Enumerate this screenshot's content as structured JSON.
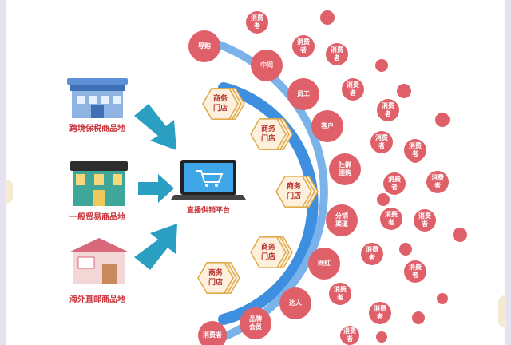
{
  "stores": [
    {
      "label": "跨境保税商品地",
      "color": "#8fb3e3",
      "roof": "#3f6fb5"
    },
    {
      "label": "一般贸易商品地",
      "color": "#f0c95c",
      "roof": "#2d2d2d"
    },
    {
      "label": "海外直邮商品地",
      "color": "#f3d6d6",
      "roof": "#d9687a"
    }
  ],
  "platform": {
    "label": "直播供销平台"
  },
  "hexes": [
    {
      "line1": "商务",
      "line2": "门店"
    },
    {
      "line1": "商务",
      "line2": "门店"
    },
    {
      "line1": "商务",
      "line2": "门店"
    },
    {
      "line1": "商务",
      "line2": "门店"
    },
    {
      "line1": "商务",
      "line2": "门店"
    }
  ],
  "arc_nodes": [
    {
      "label": "导购"
    },
    {
      "label": "中间"
    },
    {
      "label": "员工"
    },
    {
      "label": "客户"
    },
    {
      "label": "社群\n团购"
    },
    {
      "label": "分销\n渠道"
    },
    {
      "label": "网红"
    },
    {
      "label": "达人"
    },
    {
      "label": "品牌\n会员"
    },
    {
      "label": "消费者"
    }
  ],
  "outer_nodes": [
    {
      "label": "消费\n者"
    },
    {
      "label": "消费\n者"
    },
    {
      "label": "消费\n者"
    },
    {
      "label": "消费\n者"
    },
    {
      "label": "消费\n者"
    },
    {
      "label": "消费\n者"
    },
    {
      "label": "消费\n者"
    },
    {
      "label": "消费\n者"
    },
    {
      "label": "消费\n者"
    },
    {
      "label": "消费\n者"
    },
    {
      "label": "消费\n者"
    },
    {
      "label": "消费\n者"
    },
    {
      "label": "消费\n者"
    },
    {
      "label": "消费\n者"
    },
    {
      "label": "消费\n者"
    },
    {
      "label": "消费\n者"
    }
  ],
  "colors": {
    "node": "#e0606a",
    "arc": "#3f8fe0",
    "hex_fill": "#fdf0dc",
    "hex_stroke": "#e0a94a",
    "arrow": "#2a9fc2"
  }
}
